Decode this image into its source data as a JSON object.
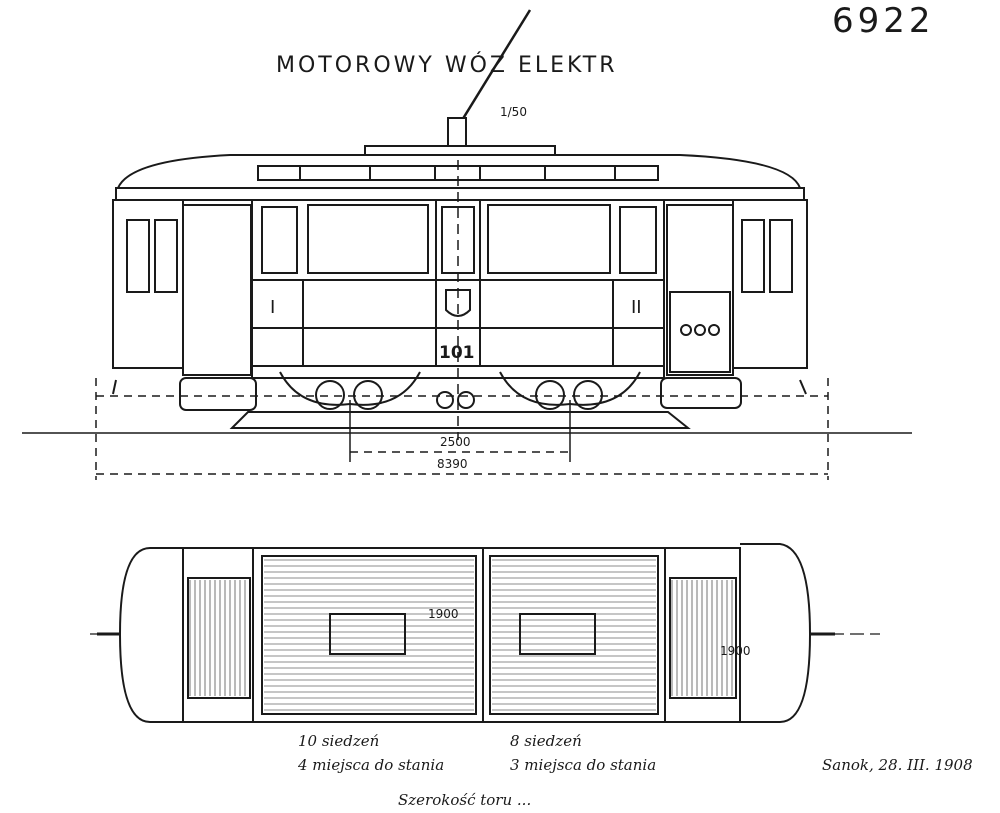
{
  "sheet_number": "6922",
  "title": "MOTOROWY WÓZ ELEKTR",
  "scale": "1/50",
  "car_number": "101",
  "class_marks": [
    "I",
    "II"
  ],
  "dimensions": {
    "wheelbase": "2500",
    "overall_length": "8390",
    "interior_width_a": "1900",
    "interior_width_b": "1900"
  },
  "compartment_1": {
    "seats": "10 siedzeń",
    "standing": "4 miejsca do stania"
  },
  "compartment_2": {
    "seats": "8 siedzeń",
    "standing": "3 miejsca do stania"
  },
  "signature": "Sanok, 28. III. 1908",
  "footer_note": "Szerokość toru ..."
}
